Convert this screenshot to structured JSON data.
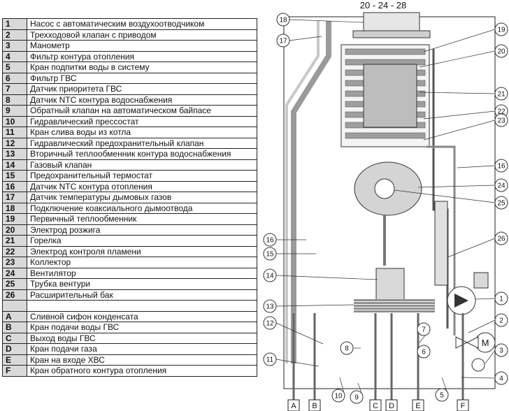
{
  "legend": [
    {
      "num": "1",
      "text": "Насос с автоматическим воздухоотводчиком"
    },
    {
      "num": "2",
      "text": "Трехходовой клапан с приводом"
    },
    {
      "num": "3",
      "text": "Манометр"
    },
    {
      "num": "4",
      "text": "Фильтр контура отопления"
    },
    {
      "num": "5",
      "text": "Кран подпитки воды в систему"
    },
    {
      "num": "6",
      "text": "Фильтр ГВС"
    },
    {
      "num": "7",
      "text": "Датчик приоритета ГВС"
    },
    {
      "num": "8",
      "text": "Датчик NTC контура водоснабжения"
    },
    {
      "num": "9",
      "text": "Обратный клапан на автоматическом байпасе"
    },
    {
      "num": "10",
      "text": "Гидравлический прессостат"
    },
    {
      "num": "11",
      "text": "Кран слива воды из котла"
    },
    {
      "num": "12",
      "text": "Гидравлический предохранительный клапан"
    },
    {
      "num": "13",
      "text": "Вторичный теплообменник контура водоснабжения"
    },
    {
      "num": "14",
      "text": "Газовый клапан"
    },
    {
      "num": "15",
      "text": "Предохранительный термостат"
    },
    {
      "num": "16",
      "text": "Датчик NTC контура отопления"
    },
    {
      "num": "17",
      "text": "Датчик температуры дымовых газов"
    },
    {
      "num": "18",
      "text": "Подключение коаксиального дымоотвода"
    },
    {
      "num": "19",
      "text": "Первичный теплообменник"
    },
    {
      "num": "20",
      "text": "Электрод розжига"
    },
    {
      "num": "21",
      "text": "Горелка"
    },
    {
      "num": "22",
      "text": "Электрод контроля пламени"
    },
    {
      "num": "23",
      "text": "Коллектор"
    },
    {
      "num": "24",
      "text": "Вентилятор"
    },
    {
      "num": "25",
      "text": "Трубка вентури"
    },
    {
      "num": "26",
      "text": "Расширительный бак"
    },
    {
      "num": "",
      "text": ""
    },
    {
      "num": "A",
      "text": "Сливной сифон конденсата"
    },
    {
      "num": "B",
      "text": "Кран подачи воды ГВС"
    },
    {
      "num": "C",
      "text": "Выход воды ГВС"
    },
    {
      "num": "D",
      "text": "Кран подачи газа"
    },
    {
      "num": "E",
      "text": "Кран на входе ХВС"
    },
    {
      "num": "F",
      "text": "Кран обратного контура отопления"
    }
  ],
  "diagram": {
    "model_label": "20 - 24 - 28",
    "motor_label": "M",
    "callouts_left": [
      "18",
      "17",
      "16",
      "15",
      "14",
      "13",
      "12",
      "11",
      "10",
      "9",
      "8",
      "7",
      "6",
      "5"
    ],
    "callouts_right": [
      "19",
      "20",
      "21",
      "22",
      "23",
      "16",
      "24",
      "25",
      "26",
      "1",
      "2",
      "3",
      "4"
    ],
    "bottom_labels": [
      "A",
      "B",
      "C",
      "D",
      "E",
      "F"
    ]
  }
}
